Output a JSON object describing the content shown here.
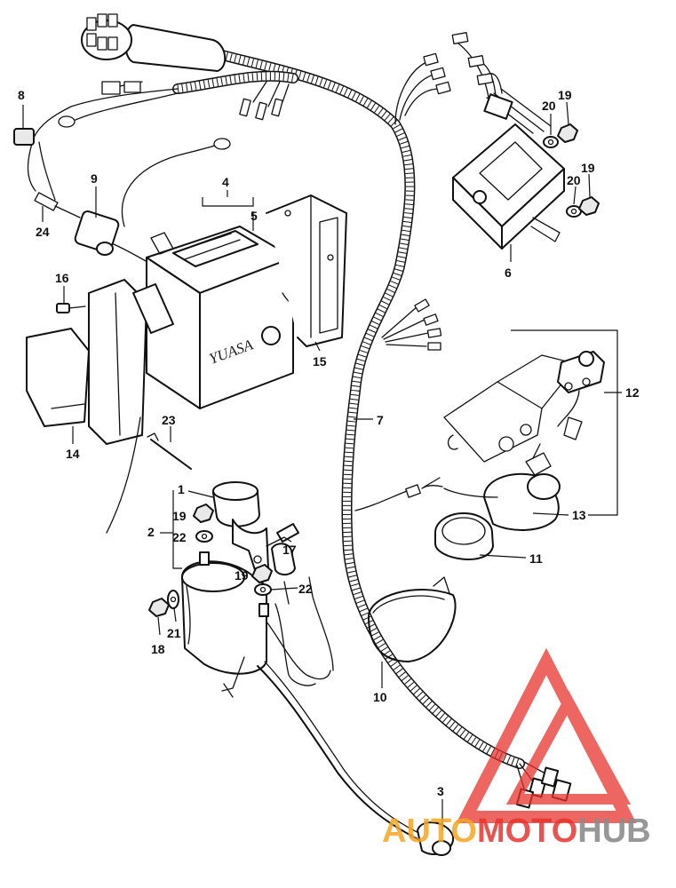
{
  "callouts": {
    "c1": "1",
    "c2": "2",
    "c3": "3",
    "c4": "4",
    "c5": "5",
    "c6": "6",
    "c7": "7",
    "c8": "8",
    "c9": "9",
    "c10": "10",
    "c11": "11",
    "c12": "12",
    "c13": "13",
    "c14": "14",
    "c15": "15",
    "c16": "16",
    "c17": "17",
    "c18": "18",
    "c19a": "19",
    "c19b": "19",
    "c19c": "19",
    "c19d": "19",
    "c20a": "20",
    "c20b": "20",
    "c21": "21",
    "c22a": "22",
    "c22b": "22",
    "c23": "23",
    "c24": "24"
  },
  "battery": {
    "brand": "YUASA"
  },
  "watermark": {
    "part1": "AUTO",
    "part2": "MOTO",
    "part3": "HUB",
    "color_orange": "#f5a623",
    "color_red": "#e8332e",
    "color_gray": "#8c8c8c"
  }
}
